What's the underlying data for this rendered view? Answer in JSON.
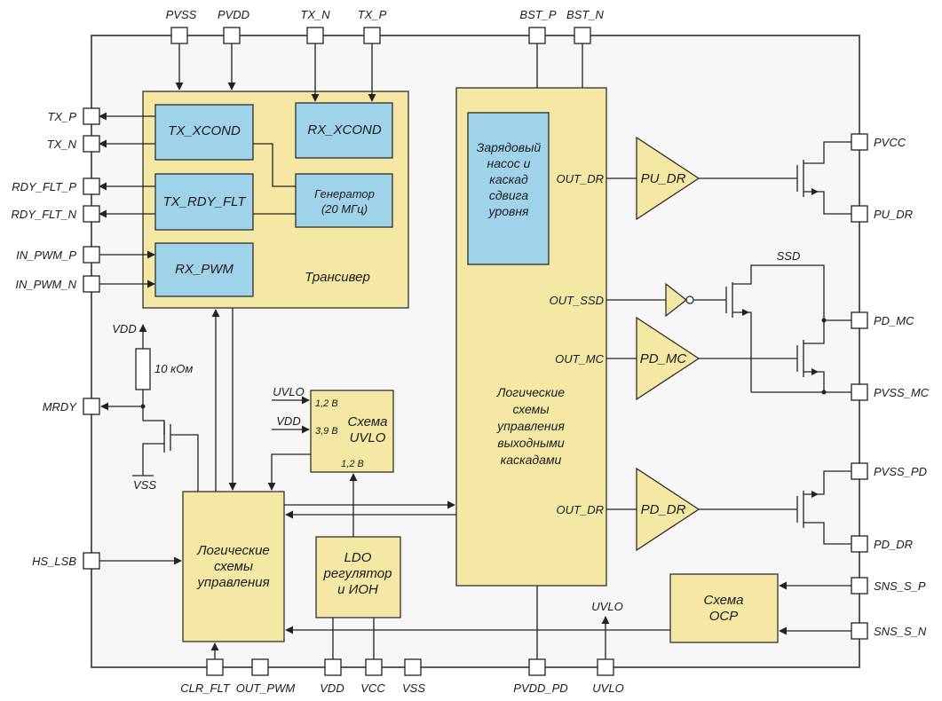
{
  "colors": {
    "chip_fill": "#f7f7f7",
    "chip_stroke": "#333333",
    "yellow_block": "#f5e8a4",
    "blue_block": "#9fd3ea",
    "block_stroke": "#222222"
  },
  "pins": {
    "pvss": "PVSS",
    "pvdd": "PVDD",
    "tx_n_top": "TX_N",
    "tx_p_top": "TX_P",
    "bst_p": "BST_P",
    "bst_n": "BST_N",
    "tx_p": "TX_P",
    "tx_n": "TX_N",
    "rdy_flt_p": "RDY_FLT_P",
    "rdy_flt_n": "RDY_FLT_N",
    "in_pwm_p": "IN_PWM_P",
    "in_pwm_n": "IN_PWM_N",
    "mrdy": "MRDY",
    "hs_lsb": "HS_LSB",
    "pvcc": "PVCC",
    "pu_dr": "PU_DR",
    "pd_mc": "PD_MC",
    "pvss_mc": "PVSS_MC",
    "pvss_pd": "PVSS_PD",
    "pd_dr": "PD_DR",
    "sns_s_p": "SNS_S_P",
    "sns_s_n": "SNS_S_N",
    "clr_flt": "CLR_FLT",
    "out_pwm": "OUT_PWM",
    "vdd": "VDD",
    "vcc": "VCC",
    "vss": "VSS",
    "pvdd_pd": "PVDD_PD",
    "uvlo": "UVLO"
  },
  "blocks": {
    "tx_xcond": "TX_XCOND",
    "rx_xcond": "RX_XCOND",
    "tx_rdy_flt": "TX_RDY_FLT",
    "generator": [
      "Генератор",
      "(20 МГц)"
    ],
    "rx_pwm": "RX_PWM",
    "transceiver": "Трансивер",
    "charge_pump": [
      "Зарядовый",
      "насос и",
      "каскад",
      "сдвига",
      "уровня"
    ],
    "output_logic": [
      "Логические",
      "схемы",
      "управления",
      "выходными",
      "каскадами"
    ],
    "uvlo_block": [
      "Схема",
      "UVLO"
    ],
    "control_logic": [
      "Логические",
      "схемы",
      "управления"
    ],
    "ldo": [
      "LDO",
      "регулятор",
      "и ИОН"
    ],
    "ocp": [
      "Схема",
      "OCP"
    ],
    "pu_dr_driver": "PU_DR",
    "pd_mc_driver": "PD_MC",
    "pd_dr_driver": "PD_DR"
  },
  "labels": {
    "out_dr_1": "OUT_DR",
    "out_ssd": "OUT_SSD",
    "out_mc": "OUT_MC",
    "out_dr_2": "OUT_DR",
    "ssd": "SSD",
    "uvlo_in": "UVLO",
    "vdd_in": "VDD",
    "v12_top": "1,2 В",
    "v39": "3,9 В",
    "v12_bottom": "1,2 В",
    "vdd_pullup": "VDD",
    "resistor": "10 кОм",
    "vss_gnd": "VSS",
    "uvlo_inner": "UVLO"
  }
}
